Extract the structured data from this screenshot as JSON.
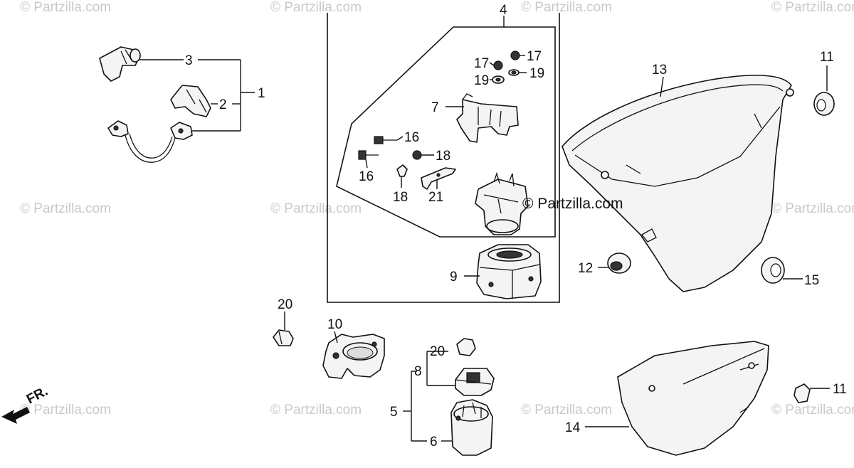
{
  "watermark": {
    "text": "© Partzilla.com",
    "positions": [
      "top-row",
      "middle-row",
      "bottom-row"
    ]
  },
  "center_stamp": "© Partzilla.com",
  "direction_marker": {
    "label": "FR.",
    "icon": "arrow-down-left-icon"
  },
  "callouts": {
    "c1": "1",
    "c2": "2",
    "c3": "3",
    "c4": "4",
    "c5": "5",
    "c6": "6",
    "c7": "7",
    "c8": "8",
    "c9": "9",
    "c10": "10",
    "c11a": "11",
    "c11b": "11",
    "c12": "12",
    "c13": "13",
    "c14": "14",
    "c15": "15",
    "c16a": "16",
    "c16b": "16",
    "c17a": "17",
    "c17b": "17",
    "c18a": "18",
    "c18b": "18",
    "c19a": "19",
    "c19b": "19",
    "c20a": "20",
    "c20b": "20",
    "c21": "21"
  }
}
